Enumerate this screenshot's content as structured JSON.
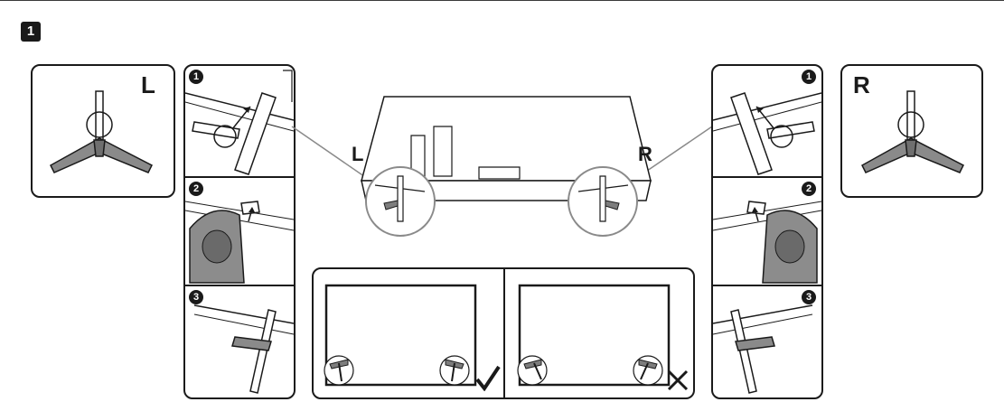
{
  "step_number": "1",
  "left_side": {
    "stand_letter": "L",
    "tv_letter": "L",
    "steps": [
      "1",
      "2",
      "3"
    ]
  },
  "right_side": {
    "stand_letter": "R",
    "tv_letter": "R",
    "steps": [
      "1",
      "2",
      "3"
    ]
  },
  "result": {
    "correct_icon": "check-mark-icon",
    "incorrect_icon": "x-mark-icon"
  },
  "colors": {
    "line": "#1a1a1a",
    "fill_gray": "#7d7d7d",
    "light_gray": "#d8d8d8"
  }
}
